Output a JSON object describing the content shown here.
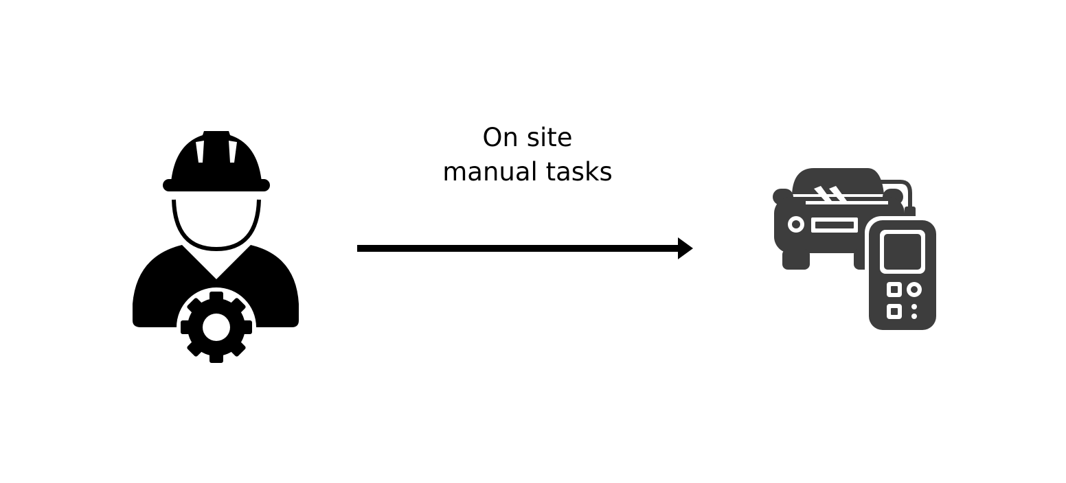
{
  "diagram": {
    "edge_label": {
      "line1": "On site",
      "line2": "manual tasks"
    },
    "nodes": [
      {
        "id": "worker",
        "icon": "engineer-with-gear-icon"
      },
      {
        "id": "vehicle",
        "icon": "car-diagnostic-scanner-icon"
      }
    ],
    "edges": [
      {
        "from": "worker",
        "to": "vehicle",
        "label": "On site manual tasks"
      }
    ]
  },
  "colors": {
    "worker_icon": "#000000",
    "device_icon": "#3d3d3d",
    "arrow": "#000000",
    "background": "#ffffff"
  }
}
